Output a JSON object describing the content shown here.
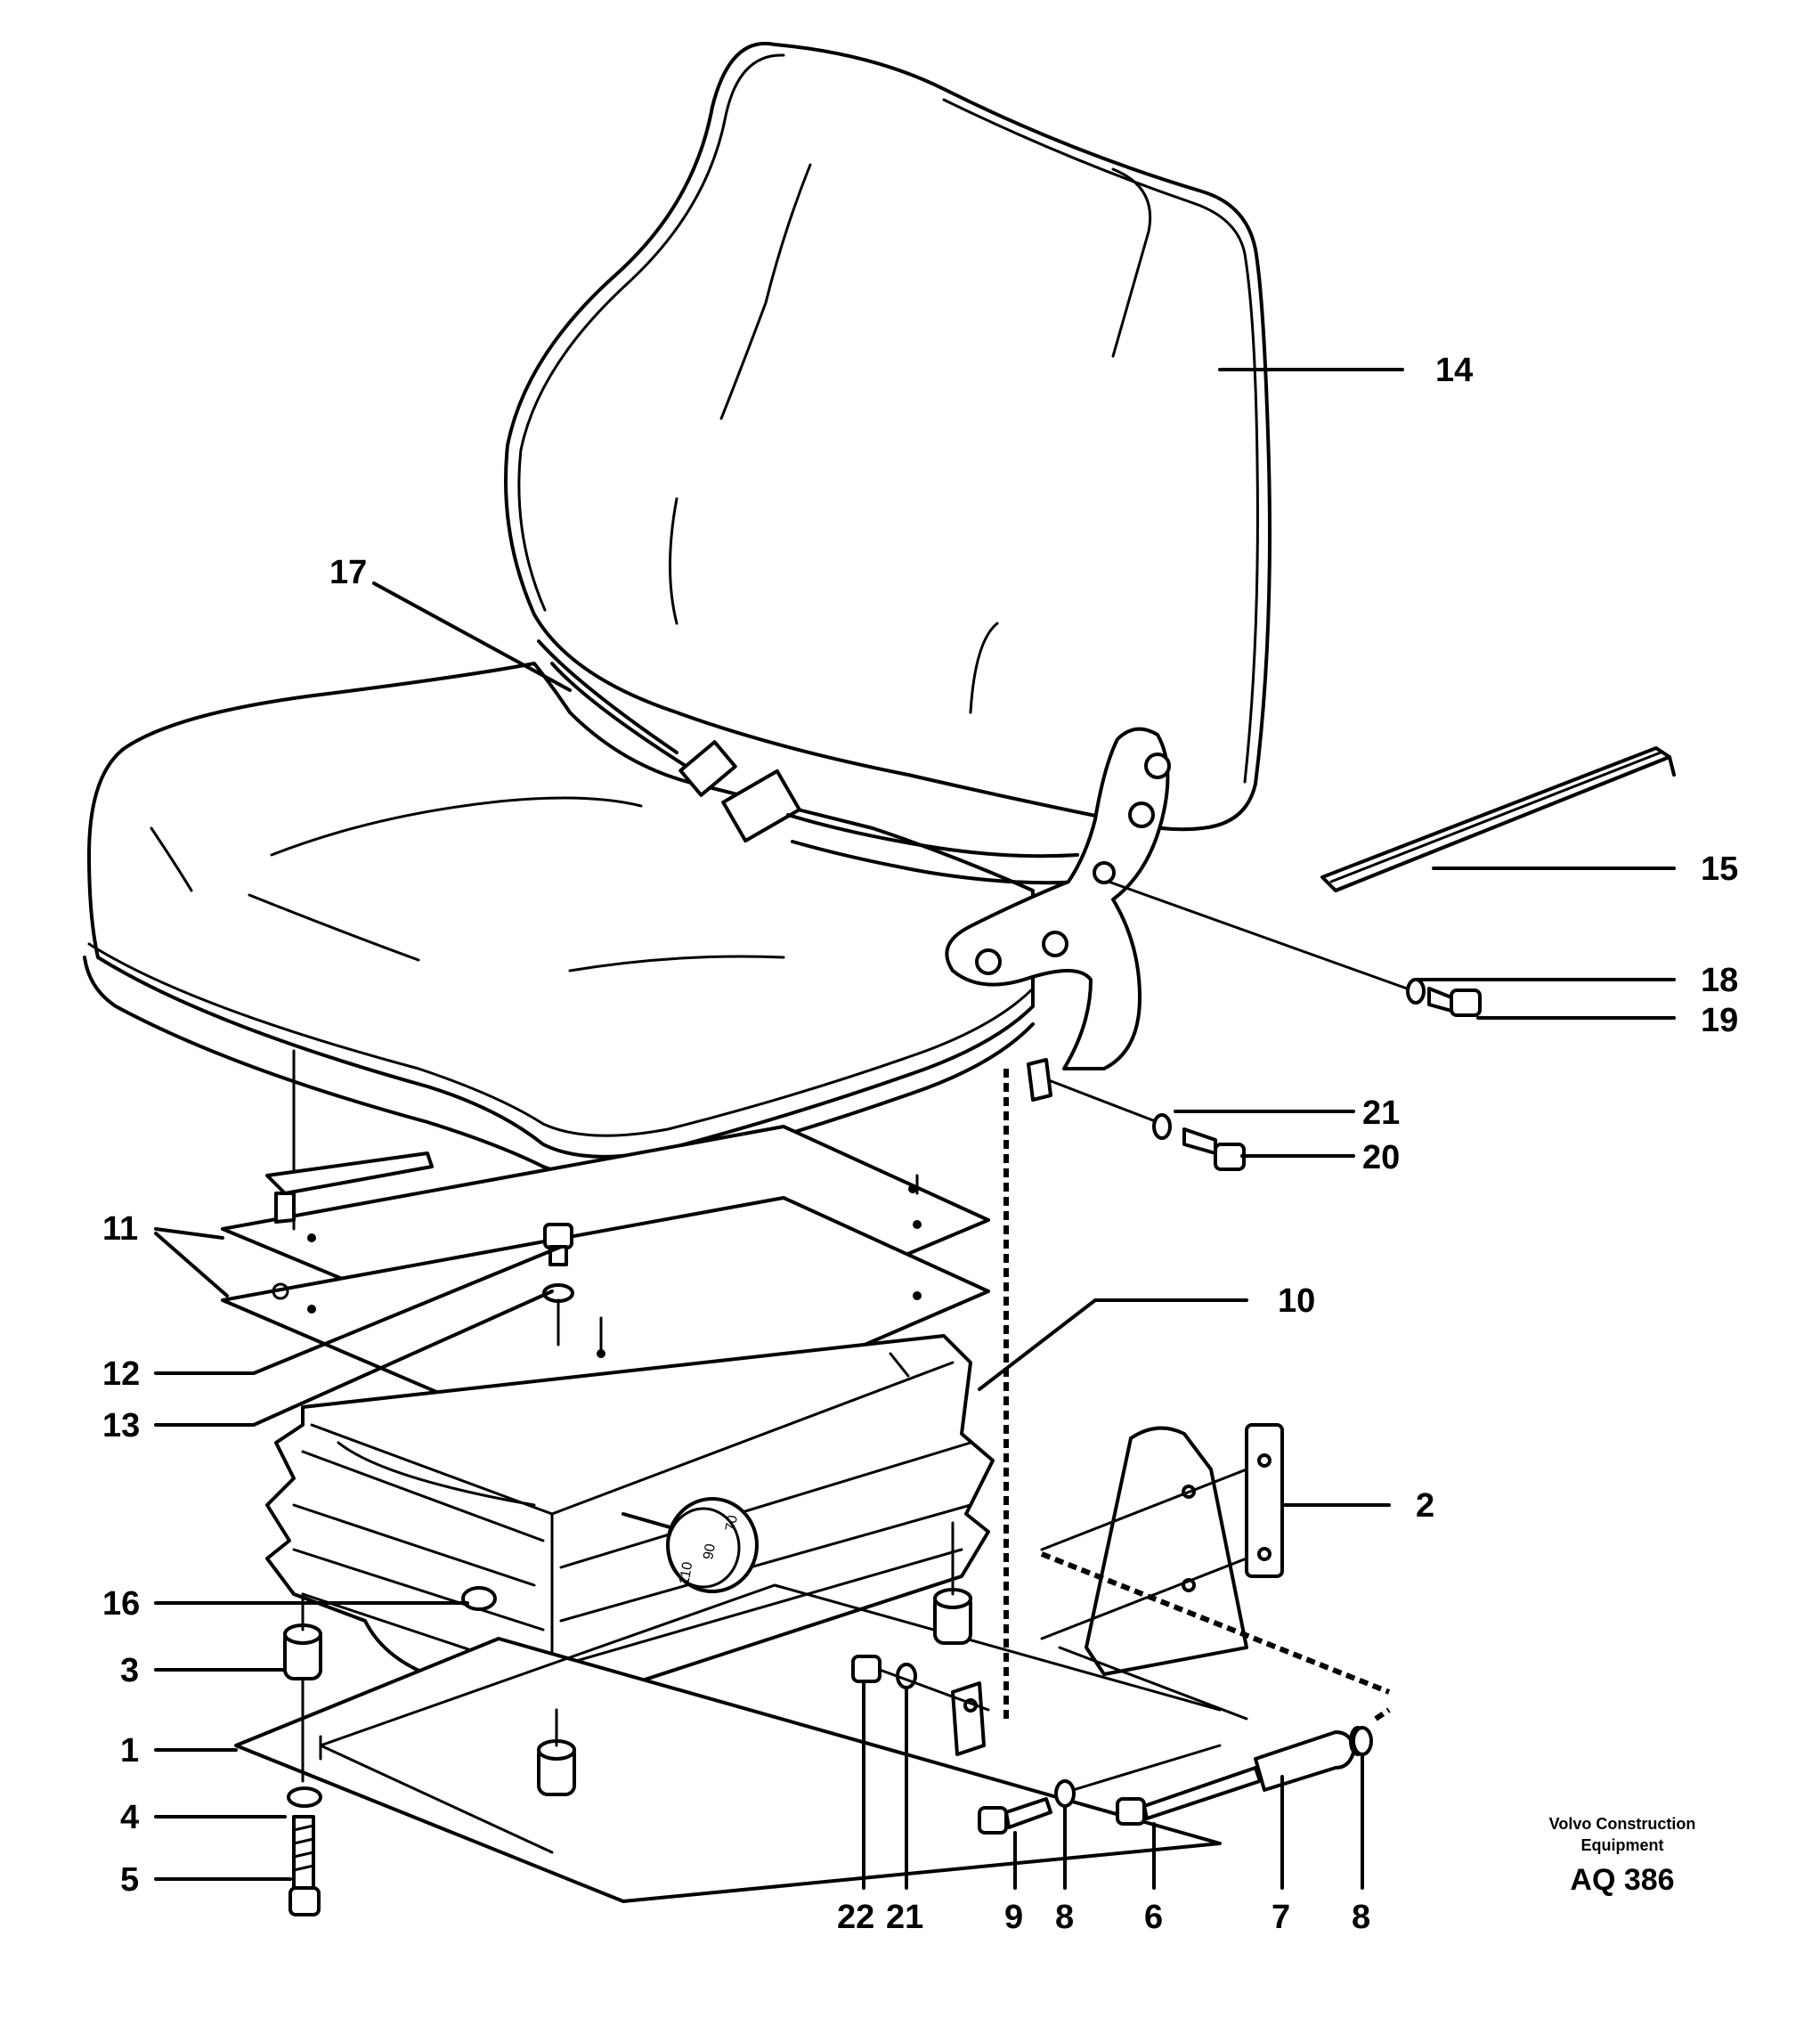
{
  "callouts": [
    {
      "id": "14",
      "text": "14"
    },
    {
      "id": "17",
      "text": "17"
    },
    {
      "id": "15",
      "text": "15"
    },
    {
      "id": "18",
      "text": "18"
    },
    {
      "id": "19",
      "text": "19"
    },
    {
      "id": "21a",
      "text": "21"
    },
    {
      "id": "20",
      "text": "20"
    },
    {
      "id": "11",
      "text": "11"
    },
    {
      "id": "10",
      "text": "10"
    },
    {
      "id": "12",
      "text": "12"
    },
    {
      "id": "13",
      "text": "13"
    },
    {
      "id": "2",
      "text": "2"
    },
    {
      "id": "16",
      "text": "16"
    },
    {
      "id": "3",
      "text": "3"
    },
    {
      "id": "1",
      "text": "1"
    },
    {
      "id": "4",
      "text": "4"
    },
    {
      "id": "5",
      "text": "5"
    },
    {
      "id": "22",
      "text": "22"
    },
    {
      "id": "21b",
      "text": "21"
    },
    {
      "id": "9",
      "text": "9"
    },
    {
      "id": "8a",
      "text": "8"
    },
    {
      "id": "6",
      "text": "6"
    },
    {
      "id": "7",
      "text": "7"
    },
    {
      "id": "8b",
      "text": "8"
    }
  ],
  "credit": {
    "line1": "Volvo Construction",
    "line2": "Equipment",
    "code": "AQ 386"
  },
  "knob_marks": [
    "110",
    "90",
    "70"
  ]
}
